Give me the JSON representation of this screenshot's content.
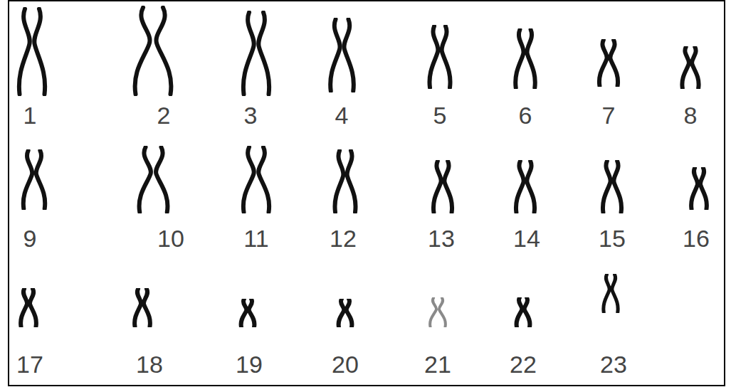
{
  "diagram": {
    "labels": [
      "1",
      "2",
      "3",
      "4",
      "5",
      "6",
      "7",
      "8",
      "9",
      "10",
      "11",
      "12",
      "13",
      "14",
      "15",
      "16",
      "17",
      "18",
      "19",
      "20",
      "21",
      "22",
      "23"
    ]
  }
}
